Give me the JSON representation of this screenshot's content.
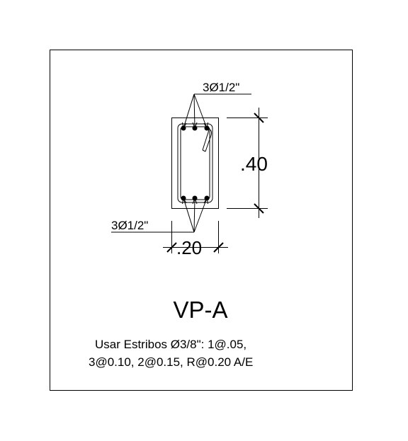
{
  "drawing": {
    "top_rebar_label": "3Ø1/2\"",
    "bottom_rebar_label": "3Ø1/2\"",
    "height_dim_label": ".40",
    "width_dim_label": ".20",
    "section_title": "VP-A",
    "note_line1": "Usar Estribos Ø3/8\": 1@.05,",
    "note_line2": "3@0.10, 2@0.15, R@0.20 A/E",
    "colors": {
      "line": "#000000",
      "background": "#ffffff"
    }
  }
}
